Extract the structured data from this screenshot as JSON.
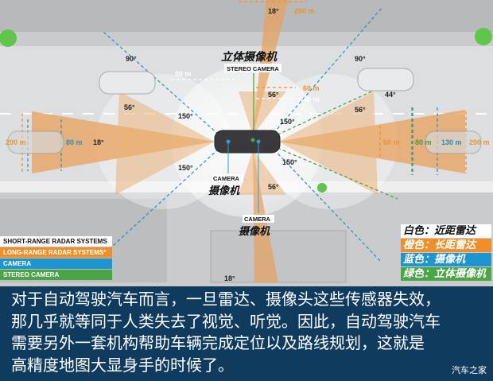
{
  "diagram": {
    "stereo_title_cn": "立体摄像机",
    "stereo_title_en": "STEREO CAMERA",
    "camera_left_en": "CAMERA",
    "camera_left_cn": "摄像机",
    "camera_bottom_en": "CAMERA",
    "camera_bottom_cn": "摄像机",
    "angles": {
      "top_18": "18°",
      "left_90": "90°",
      "right_90": "90°",
      "front_56": "56°",
      "left_56": "56°",
      "right_56": "56°",
      "right_44": "44°",
      "ul_150": "150°",
      "ur_150": "150°",
      "ll_150": "150°",
      "lr_150": "150°",
      "left_18": "18°",
      "bottom_56": "56°",
      "bottom_18": "18°"
    },
    "distances": {
      "top_200": "200 m",
      "top_80": "80 m",
      "top_60": "60 m",
      "top_40": "40 m",
      "left_200": "200 m",
      "left_80": "80 m",
      "right_60": "60 m",
      "right_80": "80 m",
      "right_130": "130 m",
      "right_200": "200 m"
    }
  },
  "legend_en": [
    {
      "label": "SHORT-RANGE RADAR SYSTEMS",
      "color": "#ffffff",
      "text_color": "#111111"
    },
    {
      "label": "LONG-RANGE RADAR SYSTEMS*",
      "color": "#ef8f2a",
      "text_color": "#ffffff"
    },
    {
      "label": "CAMERA",
      "color": "#1f95cf",
      "text_color": "#ffffff"
    },
    {
      "label": "STEREO CAMERA",
      "color": "#4aa546",
      "text_color": "#ffffff"
    }
  ],
  "legend_cn": [
    {
      "label": "白色：近距雷达",
      "color": "#ffffff",
      "text_color": "#111111"
    },
    {
      "label": "橙色：长距雷达",
      "color": "#ef8f2a",
      "text_color": "#ffffff"
    },
    {
      "label": "蓝色：摄像机",
      "color": "#1f95cf",
      "text_color": "#ffffff"
    },
    {
      "label": "绿色：立体摄像机",
      "color": "#4aa546",
      "text_color": "#ffffff"
    }
  ],
  "caption": {
    "lines": [
      "对于自动驾驶汽车而言，一旦雷达、摄像头这些传感器失效，",
      "那几乎就等同于人类失去了视觉、听觉。因此，自动驾驶汽车",
      "需要另外一套机构帮助车辆完成定位以及路线规划，这就是",
      "高精度地图大显身手的时候了。"
    ],
    "watermark": "汽车之家"
  }
}
